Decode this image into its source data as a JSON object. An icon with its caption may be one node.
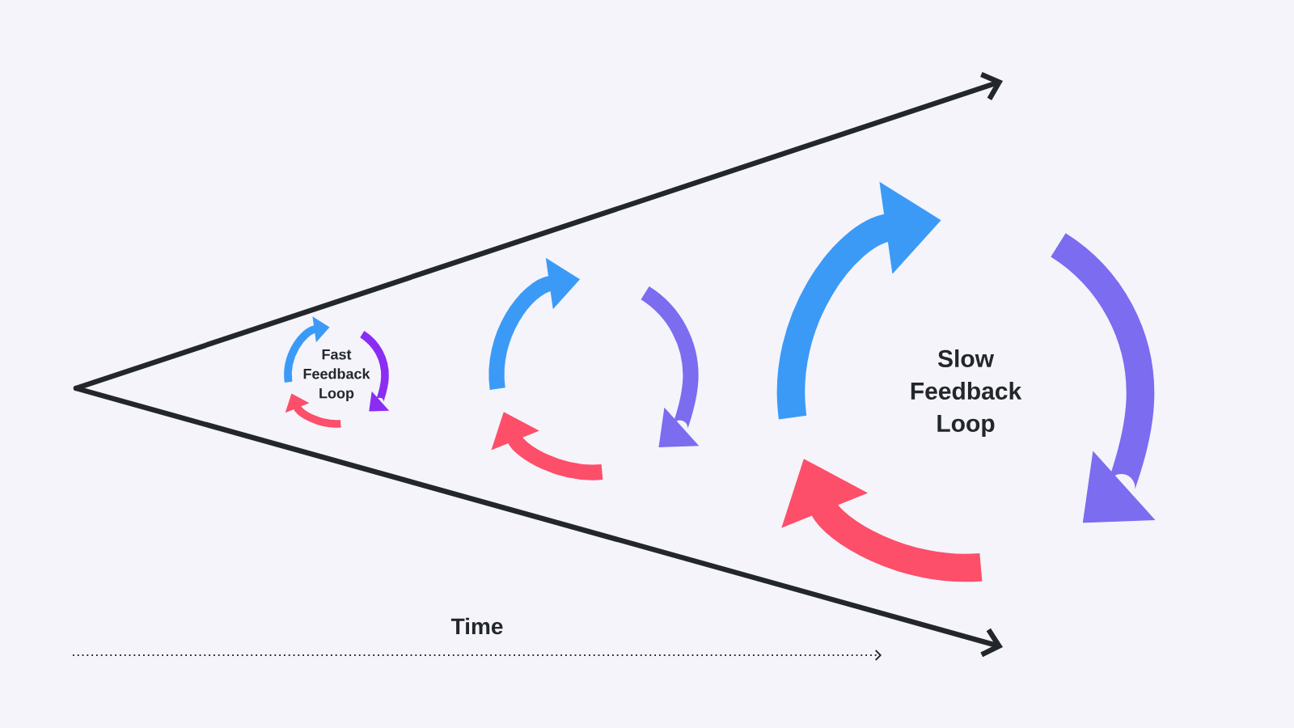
{
  "diagram": {
    "nodes": [
      {
        "text": [
          "Fast Feedback Loop"
        ]
      },
      {
        "text": [],
        "shape": "circle"
      },
      {
        "text": [
          "Slow Feedback Loop"
        ]
      }
    ],
    "labels": [
      "Time"
    ]
  }
}
